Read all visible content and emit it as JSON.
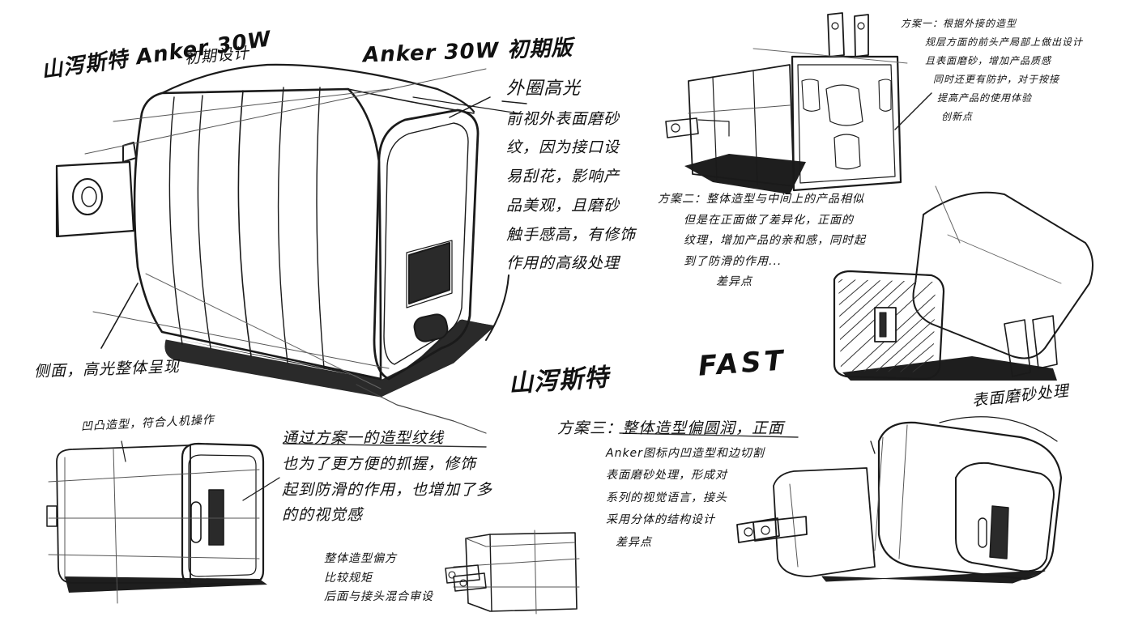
{
  "titles": {
    "main_left": "山泻斯特 Anker 30W",
    "main_left_sub": "初期设计",
    "main_center": "Anker 30W 初期版",
    "fast": "FAST",
    "fast_prefix": "山泻斯特"
  },
  "notes": {
    "n1": [
      "外圈高光",
      "前视外表面磨砂",
      "纹，因为接口设",
      "易刮花，影响产",
      "品美观，且磨砂",
      "触手感高，有修饰",
      "作用的高级处理"
    ],
    "n2": [
      "方案一：根据外接的造型",
      "规层方面的前头产局部上做出设计",
      "且表面磨砂，增加产品质感",
      "同时还更有防护，对于按接",
      "提高产品的使用体验",
      "创新点"
    ],
    "n3": [
      "方案二：整体造型与中间上的产品相似",
      "但是在正面做了差异化，正面的",
      "纹理，增加产品的亲和感，同时起",
      "到了防滑的作用...",
      "差异点"
    ],
    "n4": [
      "侧面，高光整体呈现"
    ],
    "n5": [
      "凹凸造型，符合人机操作"
    ],
    "n6": [
      "通过方案一的造型纹线",
      "也为了更方便的抓握，修饰",
      "起到防滑的作用，也增加了多",
      "的的视觉感"
    ],
    "n7": [
      "整体造型偏方",
      "比较规矩",
      "后面与接头混合审设"
    ],
    "n8": [
      "方案三：整体造型偏圆润，正面",
      "Anker图标内凹造型和边切割",
      "表面磨砂处理，形成对",
      "系列的视觉语言，接头",
      "采用分体的结构设计",
      "差异点"
    ],
    "n9": [
      "表面磨砂处理"
    ]
  }
}
